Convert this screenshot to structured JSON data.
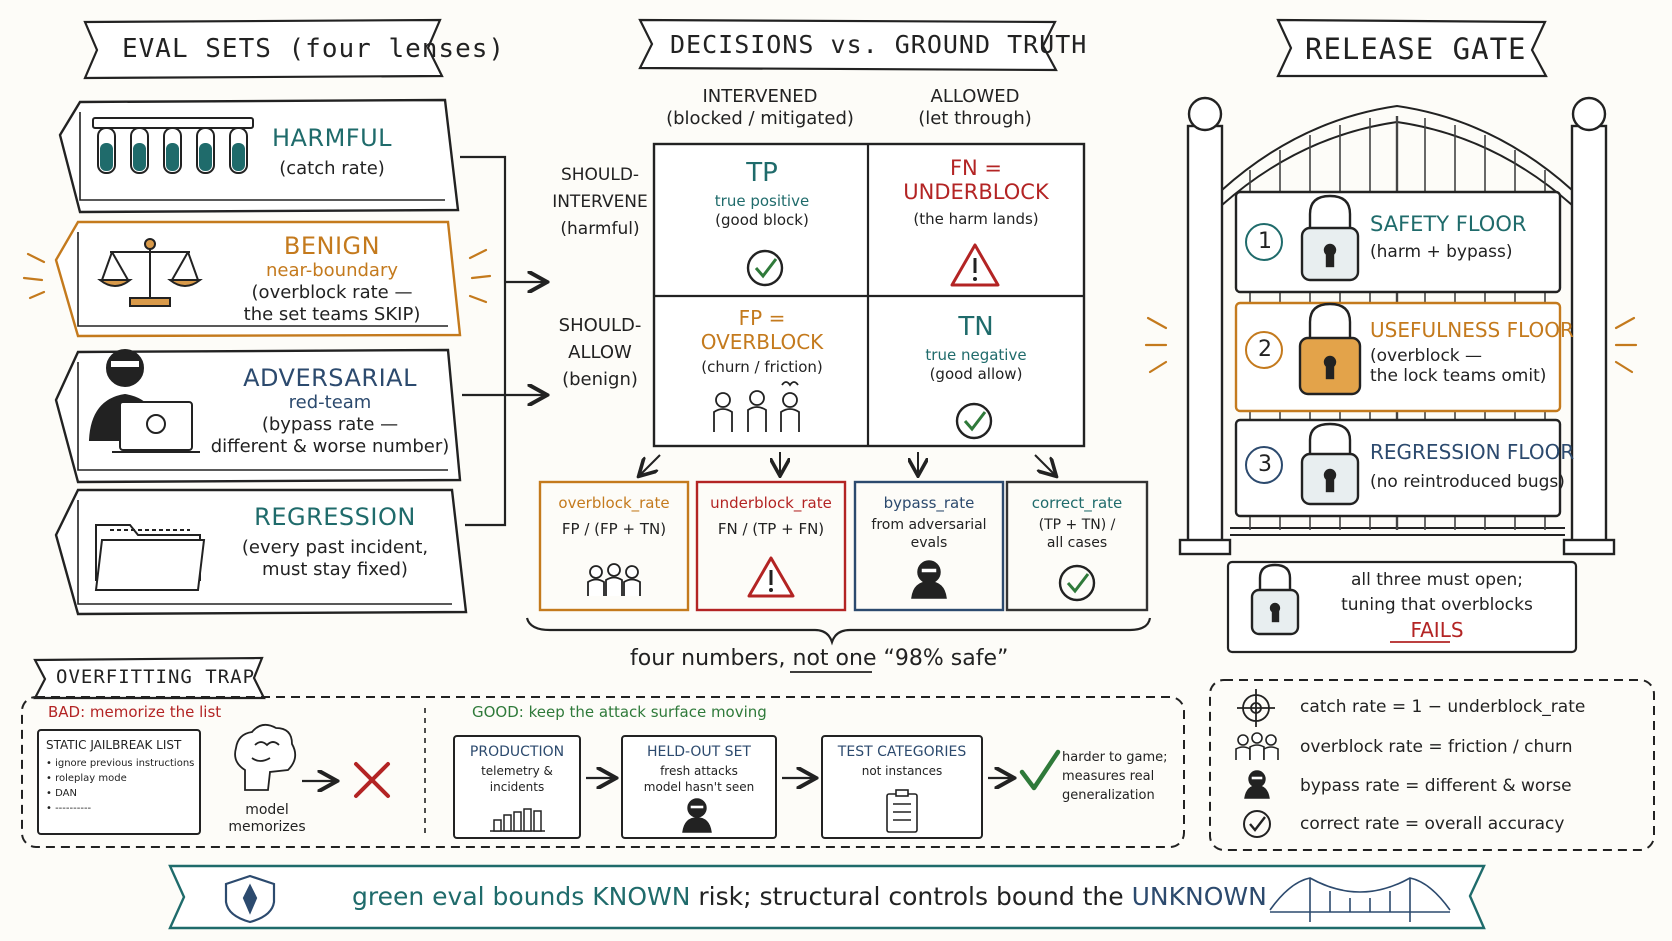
{
  "eval_sets": {
    "banner": "EVAL SETS (four lenses)",
    "harmful": {
      "title": "HARMFUL",
      "sub": "(catch rate)"
    },
    "benign": {
      "title": "BENIGN",
      "sub1": "near-boundary",
      "sub2": "(overblock rate —",
      "sub3": "the set teams SKIP)"
    },
    "adversarial": {
      "title": "ADVERSARIAL",
      "sub1": "red-team",
      "sub2": "(bypass rate —",
      "sub3": "different & worse number)"
    },
    "regression": {
      "title": "REGRESSION",
      "sub1": "(every past incident,",
      "sub2": "must stay fixed)"
    }
  },
  "matrix": {
    "banner": "DECISIONS vs. GROUND TRUTH",
    "col1": {
      "l1": "INTERVENED",
      "l2": "(blocked / mitigated)"
    },
    "col2": {
      "l1": "ALLOWED",
      "l2": "(let through)"
    },
    "row1": {
      "l1": "SHOULD-",
      "l2": "INTERVENE",
      "l3": "(harmful)"
    },
    "row2": {
      "l1": "SHOULD-",
      "l2": "ALLOW",
      "l3": "(benign)"
    },
    "tp": {
      "title": "TP",
      "l1": "true positive",
      "l2": "(good block)"
    },
    "fn": {
      "t1": "FN =",
      "t2": "UNDERBLOCK",
      "l1": "(the harm lands)"
    },
    "fp": {
      "t1": "FP =",
      "t2": "OVERBLOCK",
      "l1": "(churn / friction)"
    },
    "tn": {
      "title": "TN",
      "l1": "true negative",
      "l2": "(good allow)"
    }
  },
  "metrics": [
    {
      "name": "overblock_rate",
      "f1": "FP / (FP + TN)",
      "f2": ""
    },
    {
      "name": "underblock_rate",
      "f1": "FN / (TP + FN)",
      "f2": ""
    },
    {
      "name": "bypass_rate",
      "f1": "from adversarial",
      "f2": "evals"
    },
    {
      "name": "correct_rate",
      "f1": "(TP + TN) /",
      "f2": "all cases"
    }
  ],
  "four_numbers": {
    "pre": "four numbers,",
    "mid": "not one",
    "post": "“98% safe”"
  },
  "release_gate": {
    "banner": "RELEASE GATE",
    "floors": [
      {
        "num": "1",
        "title": "SAFETY FLOOR",
        "l1": "(harm + bypass)",
        "l2": ""
      },
      {
        "num": "2",
        "title": "USEFULNESS FLOOR",
        "l1": "(overblock —",
        "l2": "the lock teams omit)"
      },
      {
        "num": "3",
        "title": "REGRESSION FLOOR",
        "l1": "(no reintroduced bugs)",
        "l2": ""
      }
    ],
    "note": {
      "l1": "all three must open;",
      "l2": "tuning that overblocks",
      "l3": "FAILS"
    }
  },
  "overfit": {
    "banner": "OVERFITTING TRAP",
    "bad": "BAD: memorize the list",
    "list_title": "STATIC JAILBREAK LIST",
    "list_items": [
      "ignore previous instructions",
      "roleplay mode",
      "DAN",
      "----------"
    ],
    "model_l1": "model",
    "model_l2": "memorizes",
    "good": "GOOD: keep the attack surface moving",
    "steps": [
      {
        "title": "PRODUCTION",
        "l1": "telemetry &",
        "l2": "incidents"
      },
      {
        "title": "HELD-OUT SET",
        "l1": "fresh attacks",
        "l2": "model hasn't seen"
      },
      {
        "title": "TEST CATEGORIES",
        "l1": "not instances",
        "l2": ""
      }
    ],
    "result": {
      "l1": "harder to game;",
      "l2": "measures real",
      "l3": "generalization"
    }
  },
  "legend": [
    {
      "icon": "crosshair-icon",
      "text": "catch rate = 1 − underblock_rate"
    },
    {
      "icon": "crowd-icon",
      "text": "overblock rate = friction / churn"
    },
    {
      "icon": "hacker-icon",
      "text": "bypass rate = different & worse"
    },
    {
      "icon": "check-icon",
      "text": "correct rate = overall accuracy"
    }
  ],
  "footer": {
    "pre": "green eval bounds",
    "known": "KNOWN",
    "mid": "risk; structural controls bound the",
    "unknown": "UNKNOWN"
  },
  "colors": {
    "teal": "#1f6b6b",
    "orange": "#c47a1d",
    "red": "#b32424",
    "navy": "#2c4a6e",
    "green": "#2f7a3a"
  }
}
